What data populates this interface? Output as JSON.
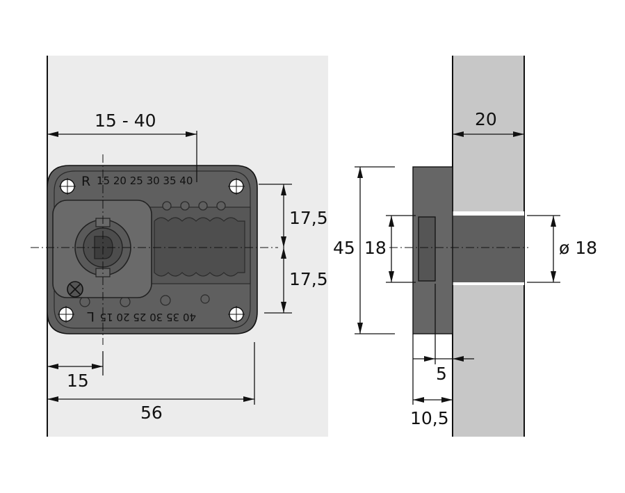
{
  "front_view": {
    "dim_offset_range": "15 - 40",
    "dim_upper_half": "17,5",
    "dim_lower_half": "17,5",
    "dim_backset": "15",
    "dim_width": "56",
    "scale_top_letter": "R",
    "scale_top_values": "15 20 25 30 35 40",
    "scale_bottom_letter": "L",
    "scale_bottom_values": "40 35 30 25 20 15"
  },
  "side_view": {
    "dim_board_thickness": "20",
    "dim_height": "45",
    "dim_inner_height": "18",
    "dim_bore_diameter": "ø 18",
    "dim_protrusion": "5",
    "dim_depth": "10,5"
  },
  "colors": {
    "panel_fill": "#ececec",
    "board_fill": "#c7c7c7",
    "lock_body": "#5a5a5a",
    "lock_plate": "#666666",
    "line": "#111111"
  }
}
